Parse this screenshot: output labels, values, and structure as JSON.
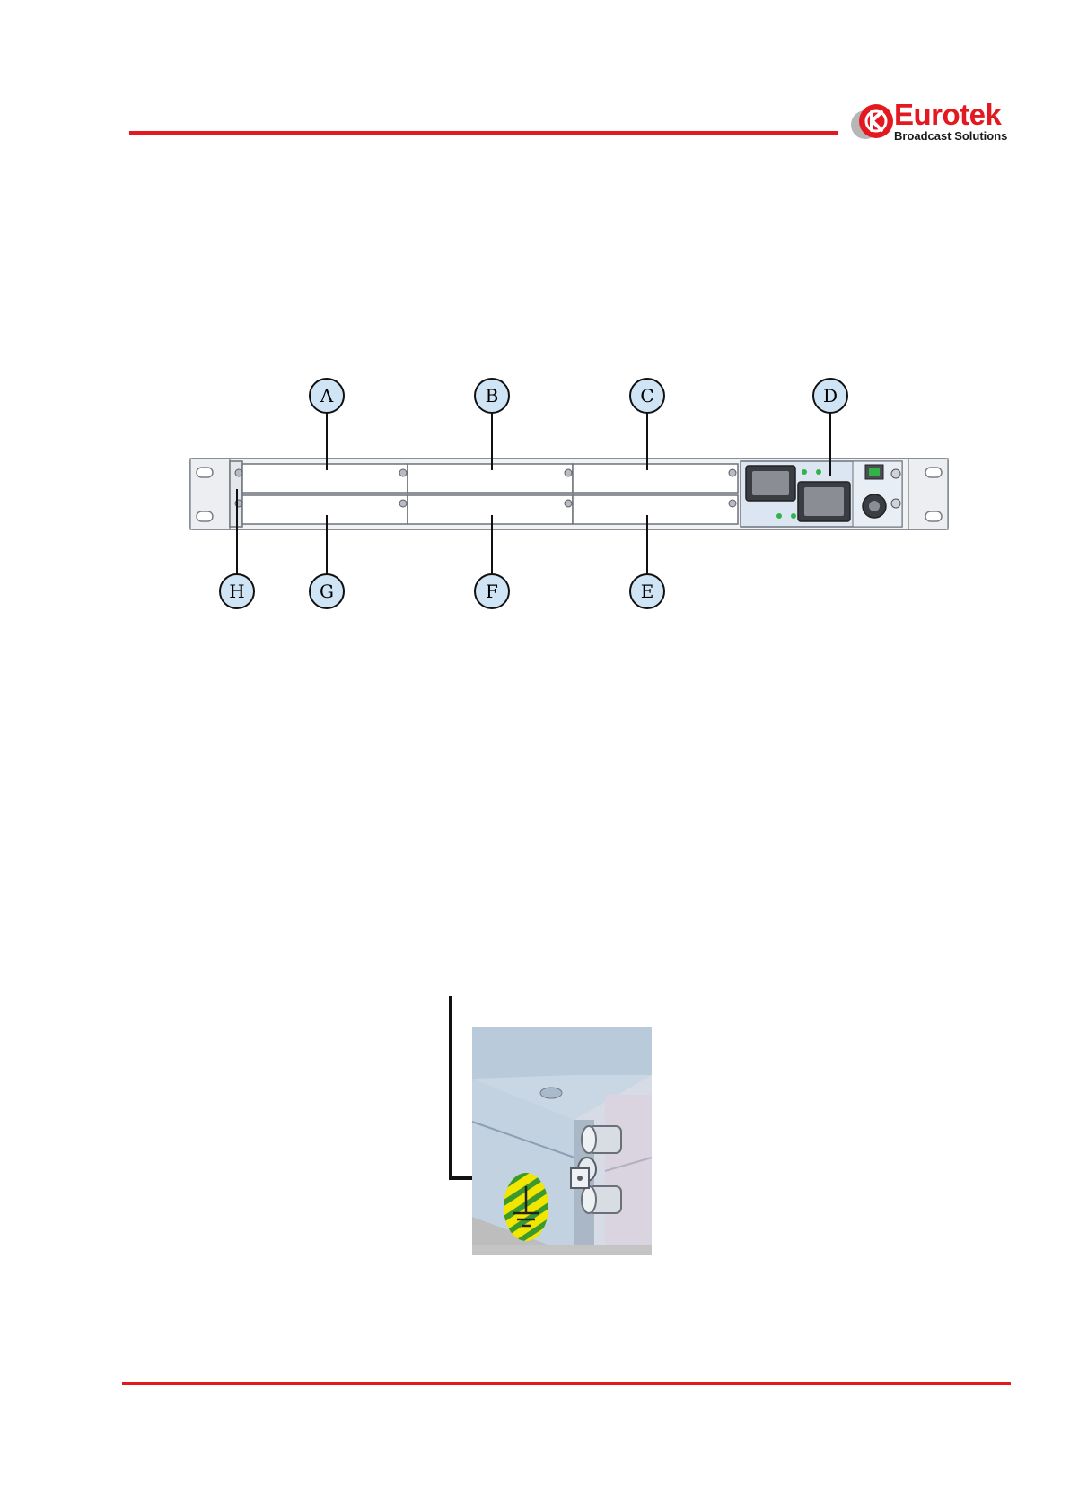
{
  "header": {
    "logo": {
      "name": "Eurotek",
      "tagline": "Broadcast Solutions",
      "brand_color": "#e3191f"
    },
    "rule_color": "#e3191f"
  },
  "rear_panel_diagram": {
    "callouts": [
      "A",
      "B",
      "C",
      "D",
      "E",
      "F",
      "G",
      "H"
    ],
    "callout_fill": "#cfe4f4",
    "panel_color": "#f1f2f4"
  },
  "ground_photo": {
    "icons": [
      "ground-symbol-icon"
    ],
    "label_stripe_colors": [
      "#f2e500",
      "#3a9a2e"
    ]
  },
  "footer": {
    "rule_color": "#e3191f"
  }
}
